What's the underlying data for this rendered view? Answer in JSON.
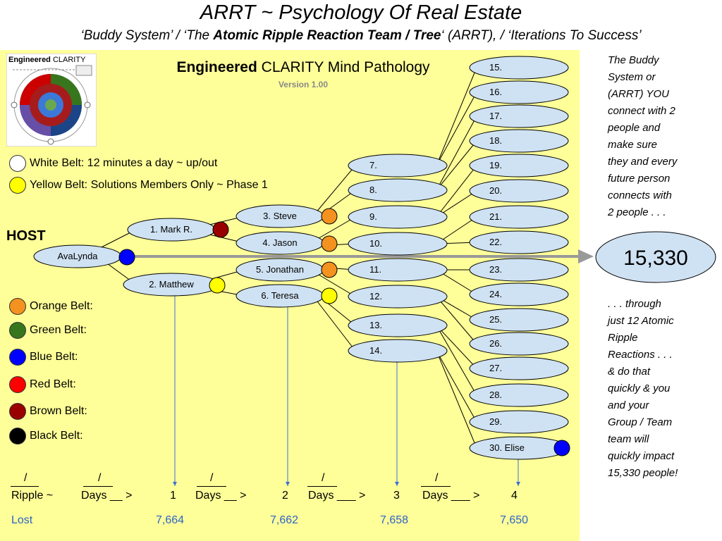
{
  "header": {
    "title": "ARRT ~ Psychology Of Real Estate",
    "subtitle_part1": "‘Buddy System’ / ‘The ",
    "subtitle_bold": "Atomic Ripple Reaction Team / Tree",
    "subtitle_part2": "‘ (ARRT), / ‘Iterations To Success’"
  },
  "logo": {
    "bold": "Engineered",
    "normal": " CLARITY"
  },
  "chart_title": {
    "bold": "Engineered",
    "normal": " CLARITY Mind Pathology"
  },
  "version": "Version 1.00",
  "legend_top": [
    {
      "label": "White Belt: 12 minutes a day ~ up/out",
      "color": "#ffffff"
    },
    {
      "label": "Yellow Belt: Solutions Members Only ~ Phase 1",
      "color": "#ffff00"
    }
  ],
  "legend_belts": [
    {
      "label": "Orange Belt:",
      "color": "#f4921f"
    },
    {
      "label": "Green Belt:",
      "color": "#38761d"
    },
    {
      "label": "Blue Belt:",
      "color": "#0000ff"
    },
    {
      "label": "Red Belt:",
      "color": "#ff0000"
    },
    {
      "label": "Brown Belt:",
      "color": "#990000"
    },
    {
      "label": "Black Belt:",
      "color": "#000000"
    }
  ],
  "host_label": "HOST",
  "root": {
    "label": "AvaLynda",
    "belt": "#0000ff"
  },
  "level1": [
    {
      "label": "1. Mark R.",
      "belt": "#990000"
    },
    {
      "label": "2. Matthew",
      "belt": "#ffff00"
    }
  ],
  "level2": [
    {
      "label": "3. Steve",
      "belt": "#f4921f"
    },
    {
      "label": "4. Jason",
      "belt": "#f4921f"
    },
    {
      "label": "5. Jonathan",
      "belt": "#f4921f"
    },
    {
      "label": "6. Teresa",
      "belt": "#ffff00"
    }
  ],
  "level3": [
    "7.",
    "8.",
    "9.",
    "10.",
    "11.",
    "12.",
    "13.",
    "14."
  ],
  "level4": [
    "15.",
    "16.",
    "17.",
    "18.",
    "19.",
    "20.",
    "21.",
    "22.",
    "23.",
    "24.",
    "25.",
    "26.",
    "27.",
    "28.",
    "29.",
    "30. Elise"
  ],
  "elise_belt": "#0000ff",
  "result": "15,330",
  "side_text_top": [
    "The Buddy",
    "System or",
    "(ARRT) YOU",
    "connect with 2",
    "people and",
    "make sure",
    "they and every",
    "future person",
    "connects with",
    "2 people . . ."
  ],
  "side_text_bottom": [
    ". . . through",
    "just 12 Atomic",
    "Ripple",
    "Reactions . . .",
    "& do that",
    "quickly & you",
    "and your",
    "Group / Team",
    "team will",
    "quickly impact",
    "15,330 people!"
  ],
  "bottom_row": {
    "slash": "/",
    "ripple": "Ripple ~",
    "days_items": [
      {
        "days": "Days __ >",
        "num": "1"
      },
      {
        "days": "Days __ >",
        "num": "2"
      },
      {
        "days": "Days ___ >",
        "num": "3"
      },
      {
        "days": "Days ___ >",
        "num": "4"
      }
    ],
    "lost_label": "Lost",
    "lost_values": [
      "7,664",
      "7,662",
      "7,658",
      "7,650"
    ]
  },
  "colors": {
    "panel": "#ffff99",
    "node_fill": "#cfe2f3",
    "arrow": "#999999",
    "lost": "#2d63c8"
  }
}
